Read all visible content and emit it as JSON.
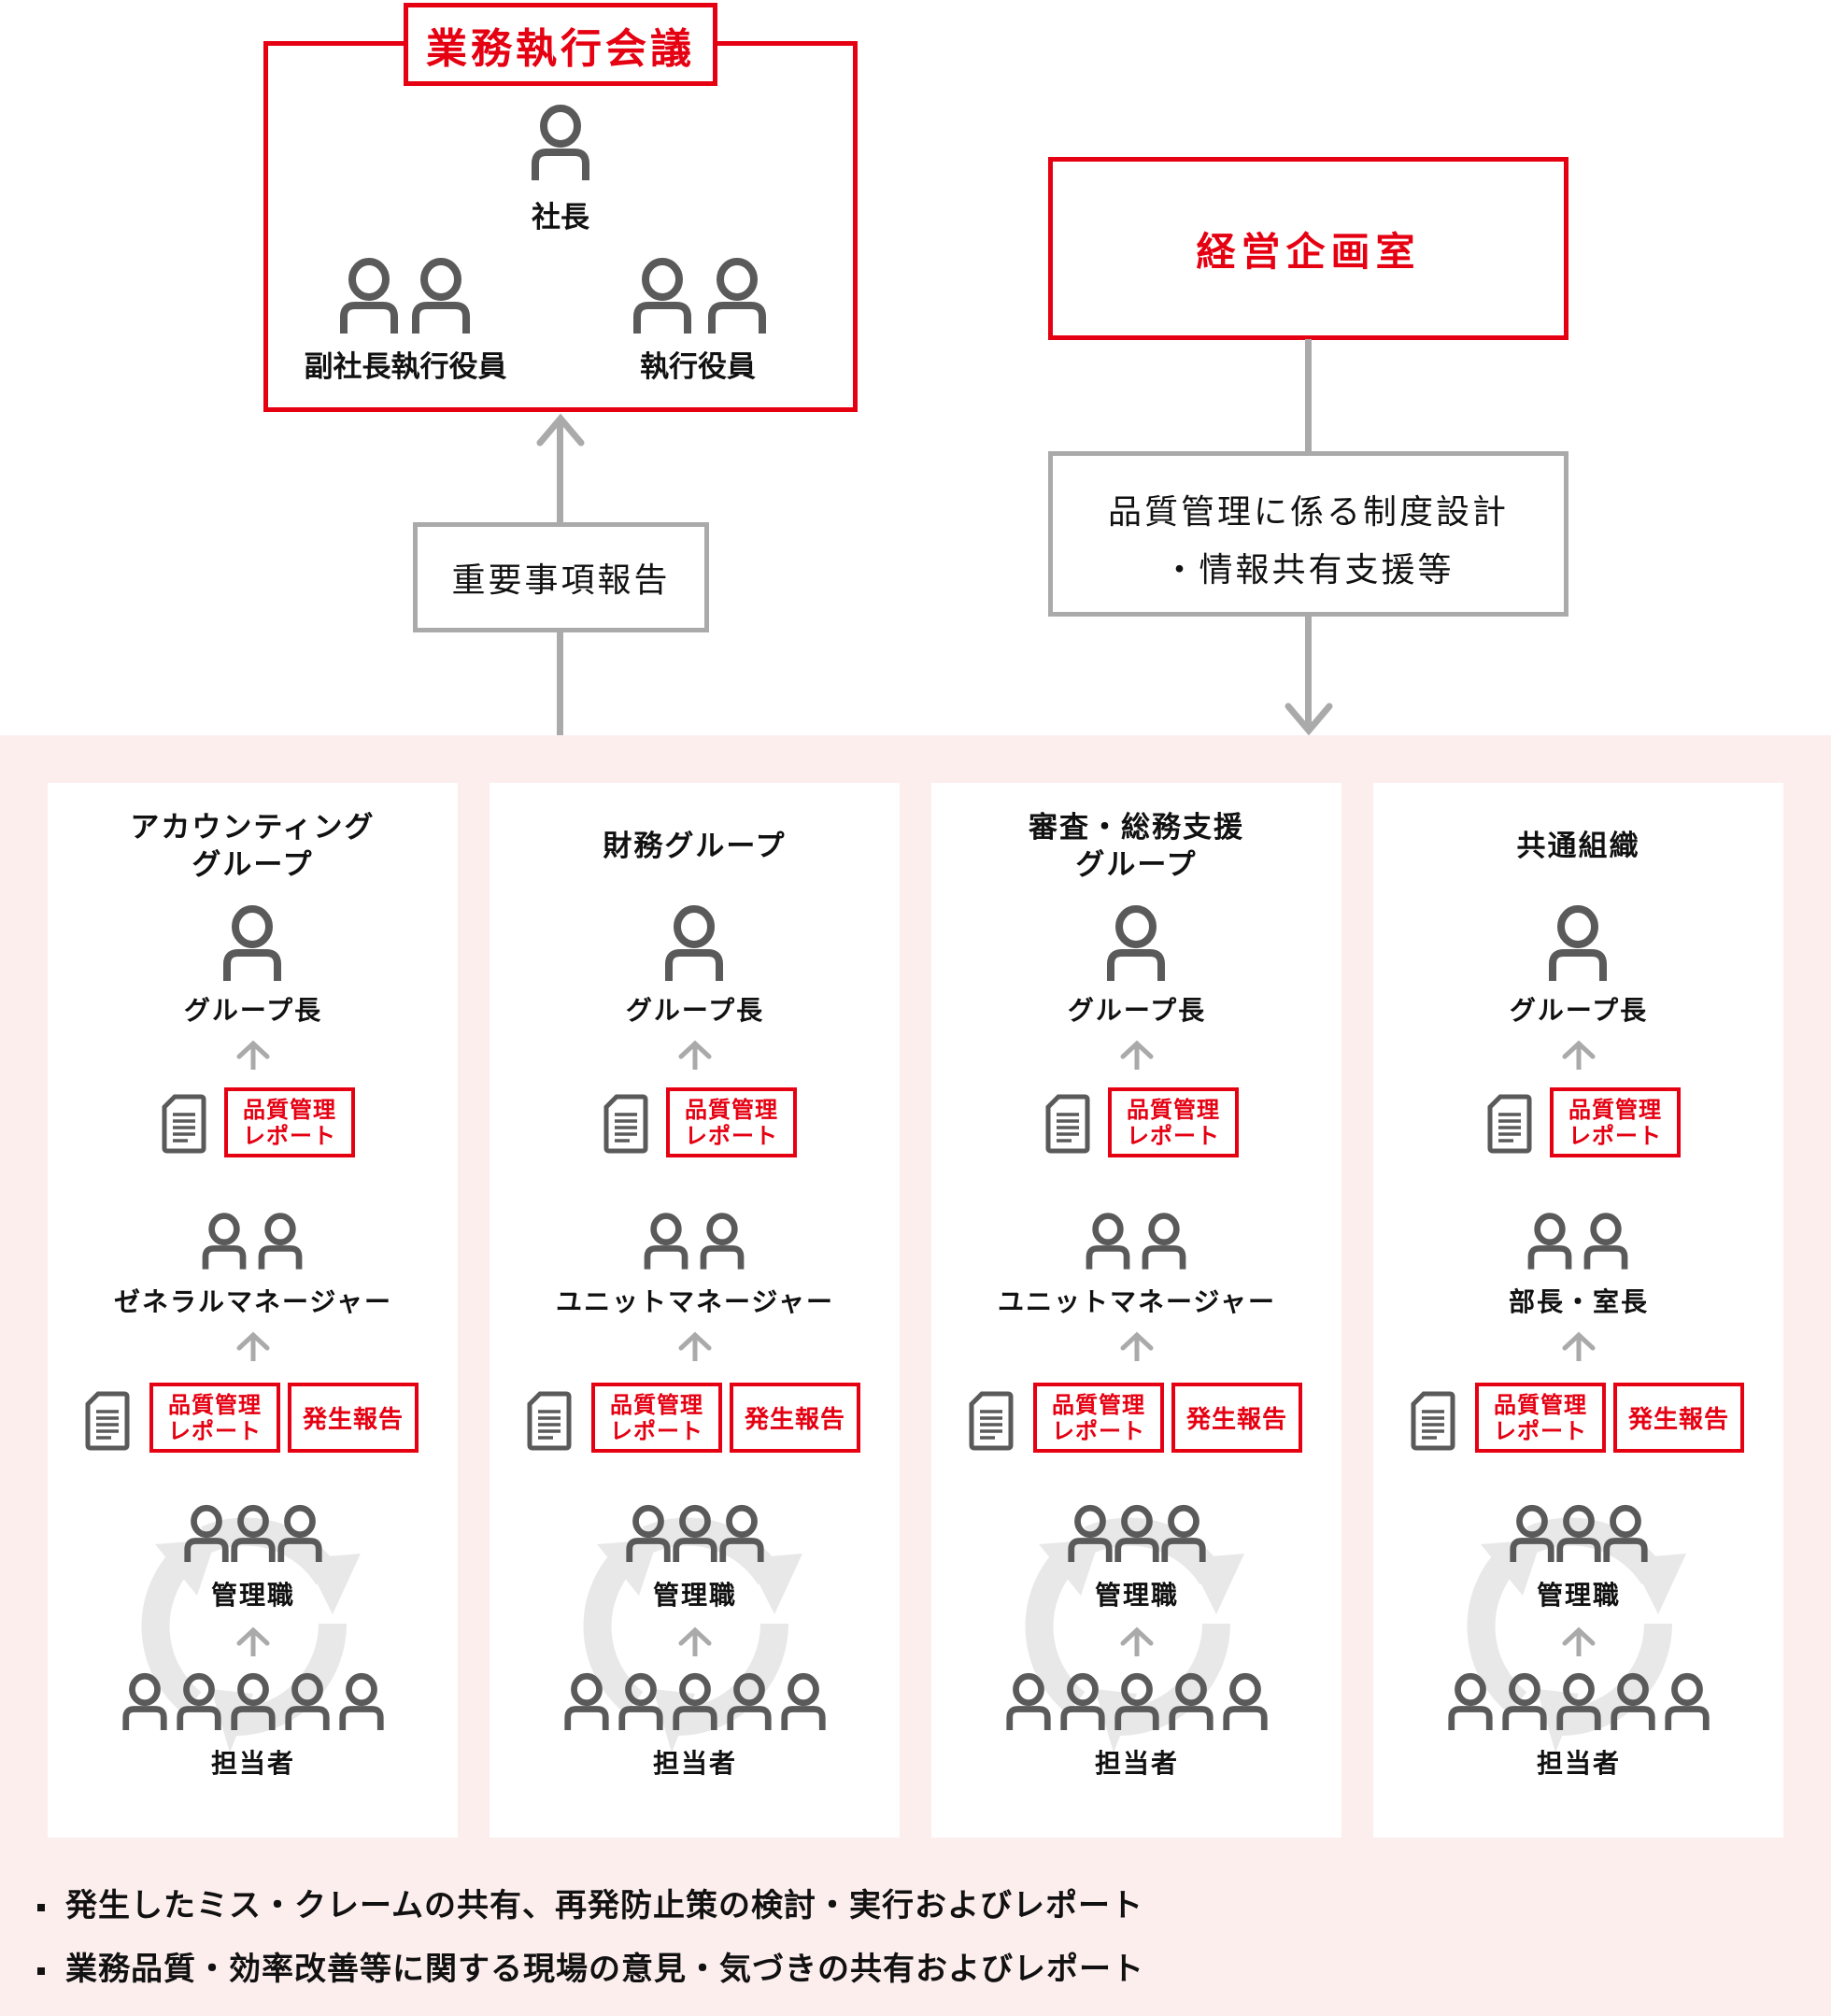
{
  "executive_meeting": {
    "title": "業務執行会議",
    "members": [
      {
        "label": "社長",
        "count": 1
      },
      {
        "label": "副社長執行役員",
        "count": 2
      },
      {
        "label": "執行役員",
        "count": 2
      }
    ]
  },
  "report_up_label": "重要事項報告",
  "planning_office": {
    "title": "経営企画室",
    "support_line1": "品質管理に係る制度設計",
    "support_line2": "・情報共有支援等"
  },
  "groups": [
    {
      "title_line1": "アカウンティング",
      "title_line2": "グループ",
      "head": "グループ長",
      "middle": "ゼネラルマネージャー",
      "managers": "管理職",
      "staff": "担当者"
    },
    {
      "title_line1": "財務グループ",
      "title_line2": "",
      "head": "グループ長",
      "middle": "ユニットマネージャー",
      "managers": "管理職",
      "staff": "担当者"
    },
    {
      "title_line1": "審査・総務支援",
      "title_line2": "グループ",
      "head": "グループ長",
      "middle": "ユニットマネージャー",
      "managers": "管理職",
      "staff": "担当者"
    },
    {
      "title_line1": "共通組織",
      "title_line2": "",
      "head": "グループ長",
      "middle": "部長・室長",
      "managers": "管理職",
      "staff": "担当者"
    }
  ],
  "tags": {
    "quality_report_line1": "品質管理",
    "quality_report_line2": "レポート",
    "incident_report": "発生報告"
  },
  "notes": [
    "発生したミス・クレームの共有、再発防止策の検討・実行およびレポート",
    "業務品質・効率改善等に関する現場の意見・気づきの共有およびレポート"
  ],
  "colors": {
    "accent_red": "#e50012",
    "connector_gray": "#aaaaaa",
    "icon_gray": "#5a5a5a",
    "section_bg_pink": "#fdeeee",
    "cycle_gray": "#e8e8e8"
  }
}
